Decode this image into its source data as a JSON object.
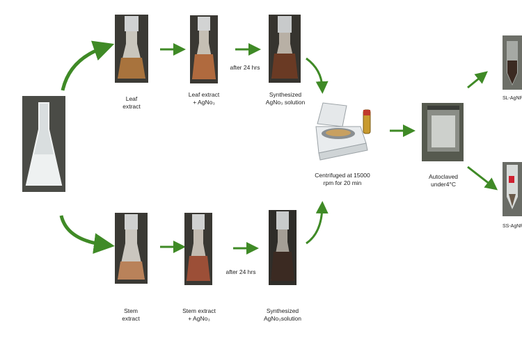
{
  "captions": {
    "leaf_extract_line1": "Leaf",
    "leaf_extract_line2": "extract",
    "leaf_agno3_line1": "Leaf extract",
    "leaf_agno3_line2": "+ AgNo₃",
    "top_after": "after 24 hrs",
    "top_synth_line1": "Synthesized",
    "top_synth_line2": "AgNo₃ solution",
    "centrifuge_line1": "Centrifuged at 15000",
    "centrifuge_line2": "rpm for 20 min",
    "autoclave_line1": "Autoclaved",
    "autoclave_line2": "under4°C",
    "sl_label": "SL-AgNP",
    "ss_label": "SS-AgNP",
    "stem_extract_line1": "Stem",
    "stem_extract_line2": "extract",
    "stem_agno3_line1": "Stem extract",
    "stem_agno3_line2": "+ AgNo₃",
    "bottom_after": "after 24 hrs",
    "bottom_synth_line1": "Synthesized",
    "bottom_synth_line2": "AgNo₃solution"
  },
  "colors": {
    "arrow_green": "#3f8a26",
    "leaf_extract": "#a8733d",
    "leaf_agno3": "#b06a3e",
    "top_synth": "#6a3a24",
    "stem_extract": "#b9825a",
    "stem_agno3": "#9c4f37",
    "bottom_synth": "#3b2a22",
    "water": "#e8ecee"
  }
}
